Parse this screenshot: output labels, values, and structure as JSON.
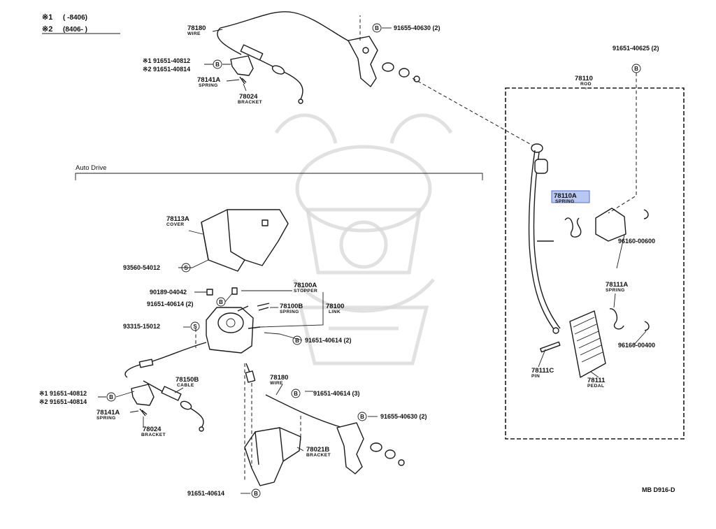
{
  "legend": {
    "row1_mark": "※1",
    "row1_range": "(      -8406)",
    "row2_mark": "※2",
    "row2_range": "(8406-      )"
  },
  "section_label": "Auto Drive",
  "diagram_code": "MB D916-D",
  "symbols": {
    "b": "B",
    "s": "S"
  },
  "labels": {
    "wire_top_num": "78180",
    "wire_top_name": "WIRE",
    "p91655_top": "91655-40630 (2)",
    "p91651_top_a": "※1 91651-40812",
    "p91651_top_b": "※2 91651-40814",
    "spring_top_num": "78141A",
    "spring_top_name": "SPRING",
    "bracket_top_num": "78024",
    "bracket_top_name": "BRACKET",
    "p91651_40625": "91651-40625 (2)",
    "rod_num": "78110",
    "rod_name": "ROD",
    "spring_hl_num": "78110A",
    "spring_hl_name": "SPRING",
    "p96160_600": "96160-00600",
    "spring_pedal_num": "78111A",
    "spring_pedal_name": "SPRING",
    "p96160_400": "96160-00400",
    "pin_num": "78111C",
    "pin_name": "PIN",
    "pedal_num": "78111",
    "pedal_name": "PEDAL",
    "cover_num": "78113A",
    "cover_name": "COVER",
    "p93560": "93560-54012",
    "p90189": "90189-04042",
    "p91651_40614_a": "91651-40614 (2)",
    "stopper_num": "78100A",
    "stopper_name": "STOPPER",
    "spring_link_num": "78100B",
    "spring_link_name": "SPRING",
    "link_num": "78100",
    "link_name": "LINK",
    "p93315": "93315-15012",
    "p91651_40614_b": "91651-40614 (2)",
    "p91651_low_a": "※1 91651-40812",
    "p91651_low_b": "※2 91651-40814",
    "cable_num": "78150B",
    "cable_name": "CABLE",
    "wire_low_num": "78180",
    "wire_low_name": "WIRE",
    "p91651_40614_c": "91651-40614 (3)",
    "spring_low_num": "78141A",
    "spring_low_name": "SPRING",
    "bracket_low_num": "78024",
    "bracket_low_name": "BRACKET",
    "p91655_low": "91655-40630 (2)",
    "bracket_b_num": "78021B",
    "bracket_b_name": "BRACKET",
    "p91651_40614_d": "91651-40614"
  }
}
